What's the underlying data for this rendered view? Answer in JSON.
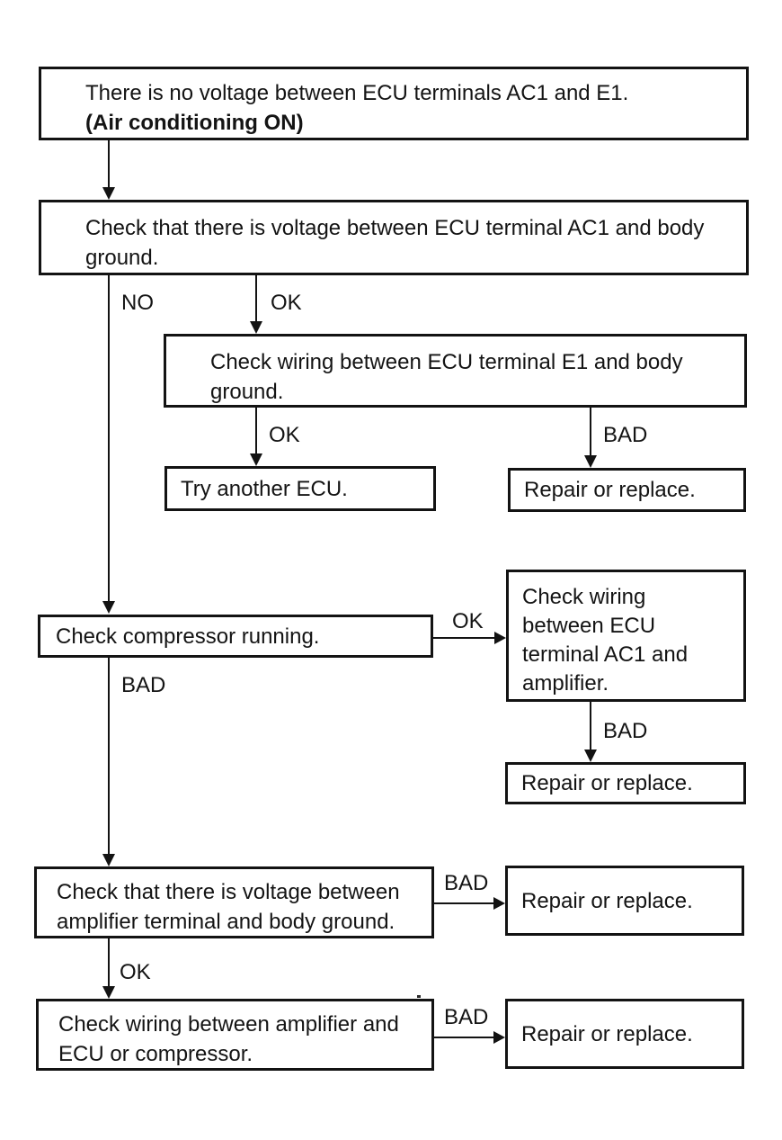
{
  "page": {
    "background_color": "#ffffff",
    "ink_color": "#131313"
  },
  "flowchart": {
    "nodes": {
      "start": {
        "line1": "There is no voltage between ECU terminals AC1 and E1.",
        "line2": "(Air conditioning ON)"
      },
      "check_voltage_ac1_body": {
        "line1": "Check that there is voltage between ECU terminal AC1 and body",
        "line2": "ground."
      },
      "check_wiring_e1_body": {
        "line1": "Check wiring between ECU terminal E1 and body",
        "line2": "ground."
      },
      "try_another_ecu": {
        "line1": "Try another ECU."
      },
      "repair_1": {
        "line1": "Repair or replace."
      },
      "check_compressor": {
        "line1": "Check compressor running."
      },
      "check_wiring_ac1_amplifier": {
        "line1": "Check wiring",
        "line2": "between ECU",
        "line3": "terminal AC1 and",
        "line4": "amplifier."
      },
      "repair_2": {
        "line1": "Repair or replace."
      },
      "check_voltage_amplifier": {
        "line1": "Check that there is voltage between",
        "line2": "amplifier terminal and body ground."
      },
      "repair_3": {
        "line1": "Repair or replace."
      },
      "check_wiring_amplifier_ecu": {
        "line1": "Check wiring between amplifier and",
        "line2": "ECU or compressor."
      },
      "repair_4": {
        "line1": "Repair or replace."
      }
    },
    "edge_labels": {
      "no_from_voltage_check": "NO",
      "ok_from_voltage_check": "OK",
      "ok_from_wiring_e1": "OK",
      "bad_from_wiring_e1": "BAD",
      "ok_from_compressor": "OK",
      "bad_from_compressor": "BAD",
      "bad_from_wiring_ac1_amp": "BAD",
      "bad_from_voltage_amp": "BAD",
      "ok_from_voltage_amp": "OK",
      "bad_from_wiring_amp": "BAD"
    }
  }
}
